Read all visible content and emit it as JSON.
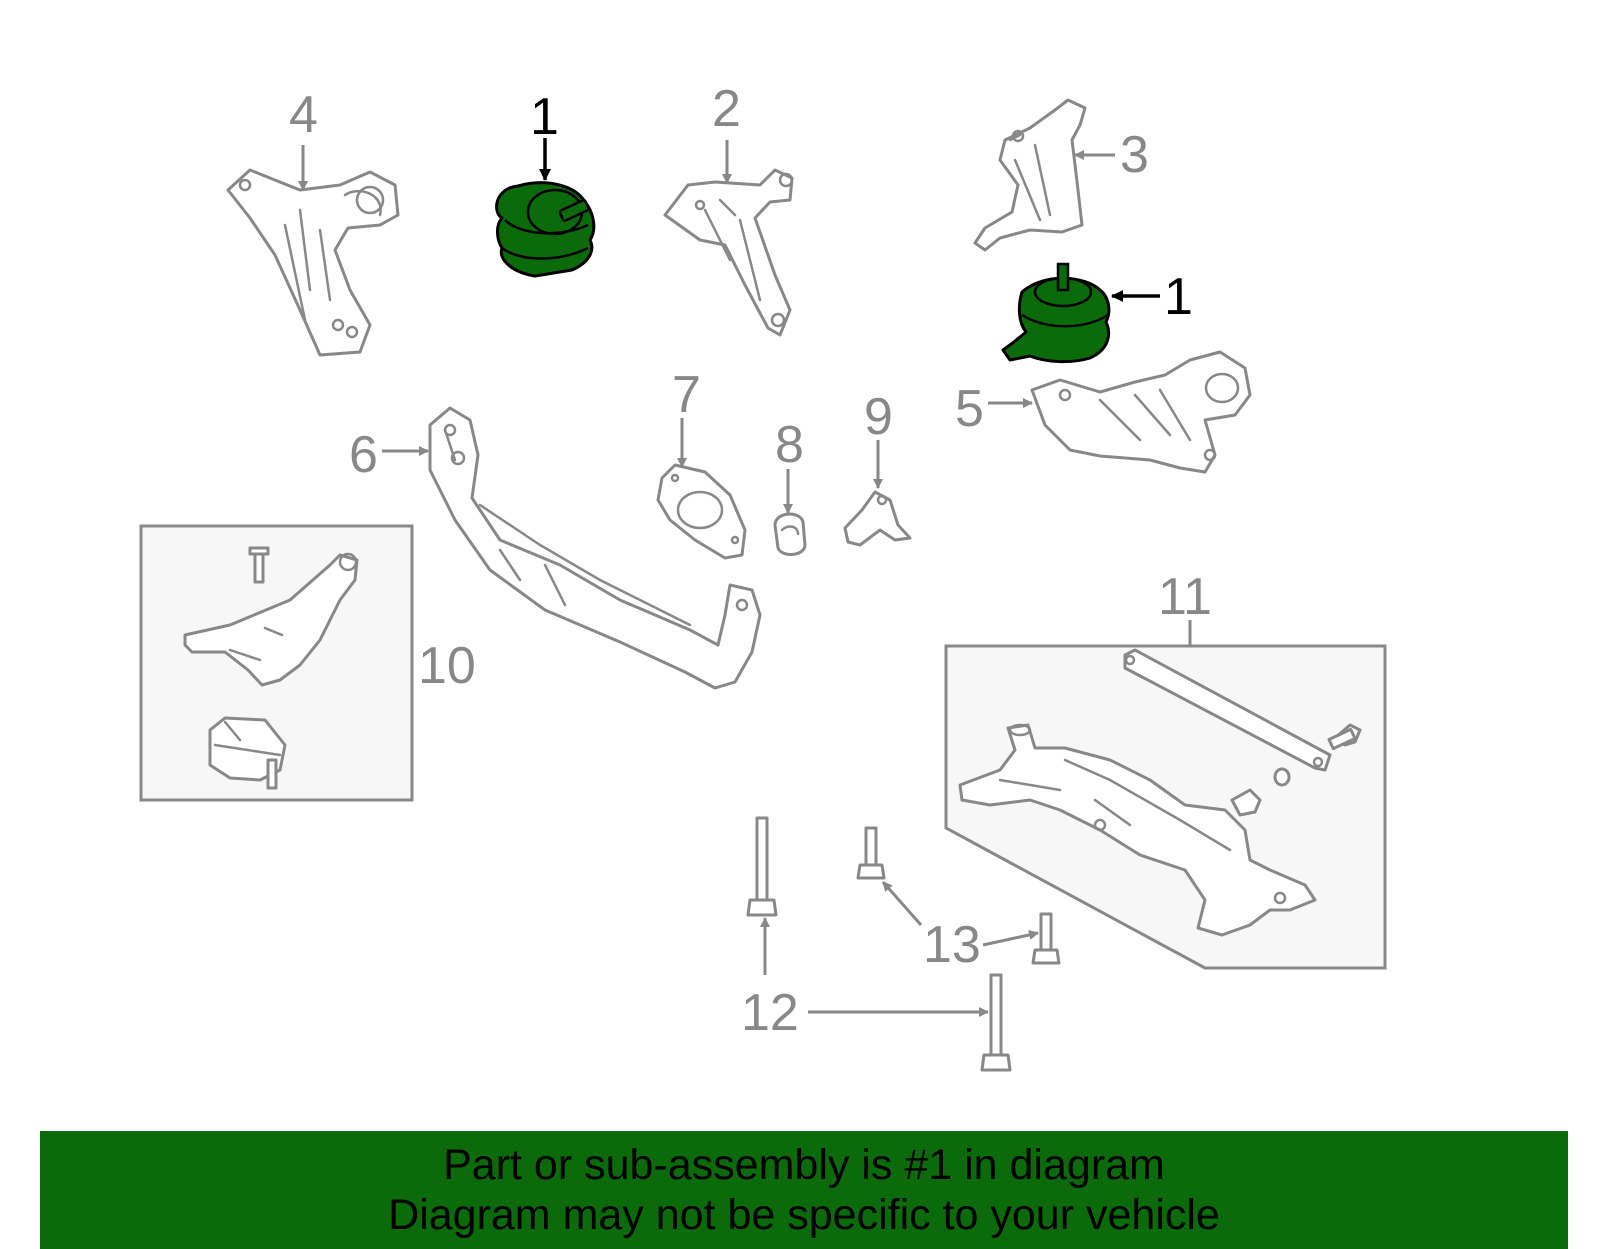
{
  "callouts": {
    "c1a": "1",
    "c1b": "1",
    "c2": "2",
    "c3": "3",
    "c4": "4",
    "c5": "5",
    "c6": "6",
    "c7": "7",
    "c8": "8",
    "c9": "9",
    "c10": "10",
    "c11": "11",
    "c12": "12",
    "c13": "13"
  },
  "banner": {
    "line1": "Part or sub-assembly is #1 in diagram",
    "line2": "Diagram may not be specific to your vehicle"
  },
  "colors": {
    "highlight": "#0b6b0b",
    "line": "#888888",
    "banner": "#0b6b0b"
  }
}
